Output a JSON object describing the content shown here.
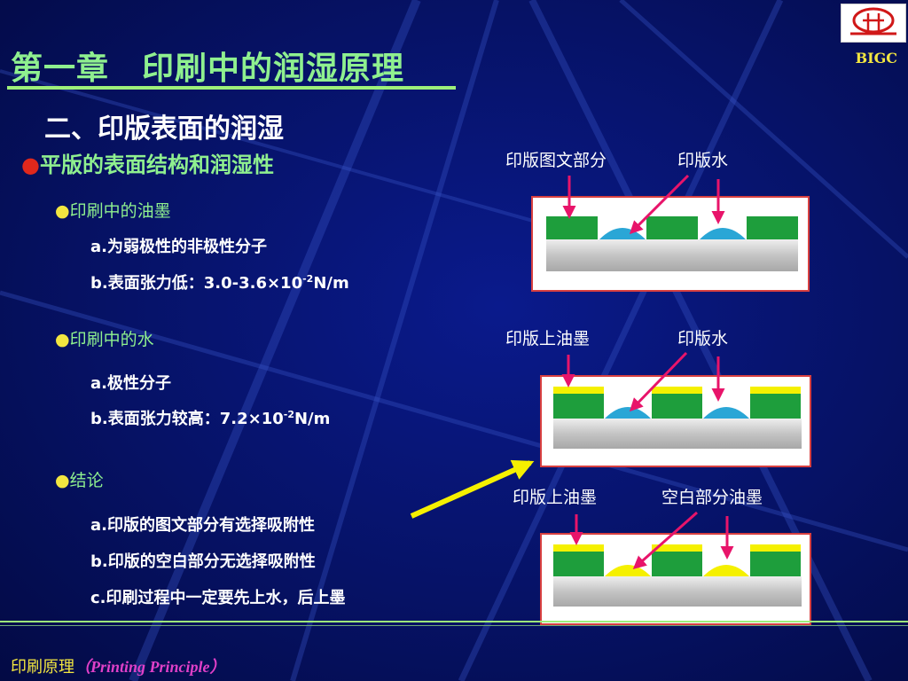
{
  "header": {
    "title": "第一章　印刷中的润湿原理",
    "brand": "BIGC",
    "logo_icon": "university-seal-logo"
  },
  "section": {
    "subtitle": "二、印版表面的润湿",
    "main_bullet": "平版的表面结构和润湿性"
  },
  "ink": {
    "heading": "印刷中的油墨",
    "item_a": "a.为弱极性的非极性分子",
    "item_b_prefix": "b.表面张力低：3.0-3.6×10",
    "item_b_exp": "-2",
    "item_b_unit": "N/m"
  },
  "water": {
    "heading": "印刷中的水",
    "item_a": "a.极性分子",
    "item_b_prefix": "b.表面张力较高：7.2×10",
    "item_b_exp": "-2",
    "item_b_unit": "N/m"
  },
  "conclusion": {
    "heading": "结论",
    "item_a": "a.印版的图文部分有选择吸附性",
    "item_b": "b.印版的空白部分无选择吸附性",
    "item_c": "c.印刷过程中一定要先上水，后上墨"
  },
  "diagrams": {
    "d1": {
      "label_left": "印版图文部分",
      "label_right": "印版水"
    },
    "d2": {
      "label_left": "印版上油墨",
      "label_right": "印版水"
    },
    "d3": {
      "label_left": "印版上油墨",
      "label_right": "空白部分油墨"
    }
  },
  "footer": {
    "cn": "印刷原理",
    "en": "（Printing Principle）"
  },
  "colors": {
    "background": "#061266",
    "title": "#8ff08f",
    "accent_yellow": "#f3e640",
    "image_area_green": "#1e9e3c",
    "water_blue": "#2aa6d6",
    "ink_yellow": "#f5f000",
    "arrow_red": "#e8146a",
    "plate_gray": "#c8c8c8",
    "frame_red": "#d84040"
  }
}
